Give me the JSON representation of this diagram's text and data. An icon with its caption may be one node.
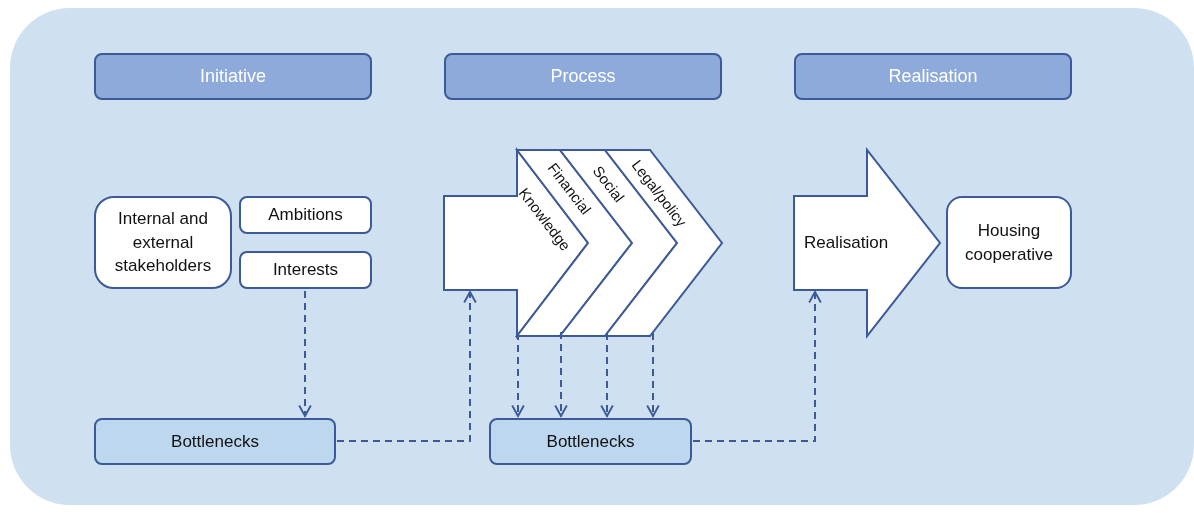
{
  "diagram": {
    "nodes": [
      {
        "text": [
          "Initiative"
        ]
      },
      {
        "text": [
          "Process"
        ]
      },
      {
        "text": [
          "Realisation"
        ]
      },
      {
        "text": [
          "Internal and external stakeholders"
        ]
      },
      {
        "text": [
          "Ambitions"
        ]
      },
      {
        "text": [
          "Interests"
        ]
      },
      {
        "text": [
          "Knowledge"
        ]
      },
      {
        "text": [
          "Financial"
        ]
      },
      {
        "text": [
          "Social"
        ]
      },
      {
        "text": [
          "Legal/policy"
        ]
      },
      {
        "text": [
          "Realisation"
        ]
      },
      {
        "text": [
          "Housing cooperative"
        ]
      },
      {
        "text": [
          "Bottlenecks"
        ]
      },
      {
        "text": [
          "Bottlenecks"
        ]
      }
    ],
    "edges": [
      {
        "from": 5,
        "to": 12,
        "arrow": "to",
        "style": "dashed"
      },
      {
        "from": 12,
        "to": 6,
        "arrow": "to",
        "style": "dashed"
      },
      {
        "from": 6,
        "to": 13,
        "arrow": "to",
        "style": "dashed"
      },
      {
        "from": 7,
        "to": 13,
        "arrow": "to",
        "style": "dashed"
      },
      {
        "from": 8,
        "to": 13,
        "arrow": "to",
        "style": "dashed"
      },
      {
        "from": 9,
        "to": 13,
        "arrow": "to",
        "style": "dashed"
      },
      {
        "from": 13,
        "to": 10,
        "arrow": "to",
        "style": "dashed"
      }
    ]
  }
}
